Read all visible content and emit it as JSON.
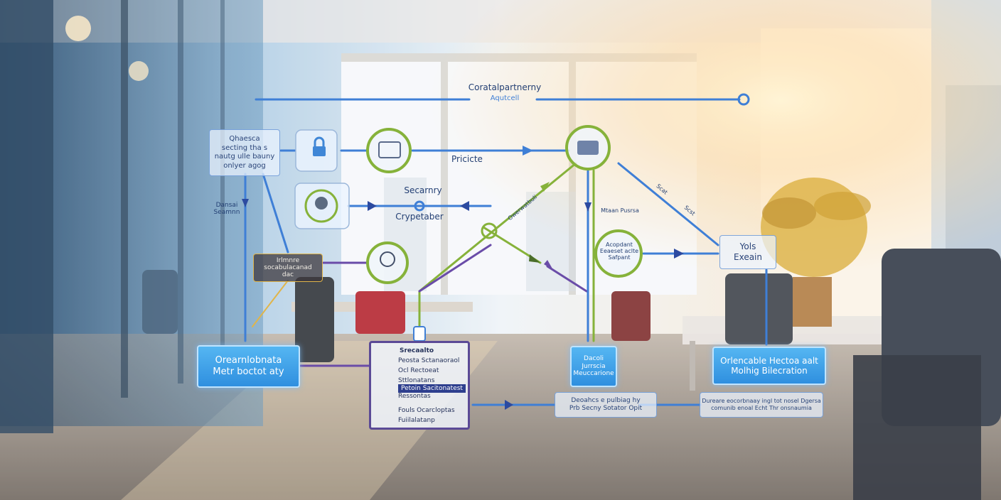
{
  "diagram": {
    "title": "Coratalpartnerny",
    "title_sub": "Aqutcell",
    "tile_left_label": "Qhaesca\nsecting tha s\nnautg ulle bauny\nonlyer agog",
    "mid_label": "Pricicte",
    "security_label": "Secarnry",
    "crypt_label": "Crypetaber",
    "left_side_label": "Dansai\nSeamnn",
    "dark_box": "Irlmnre\nsocabulacanad\ndac",
    "left_blue": "Orearnlobnata\nMetr boctot aty",
    "center_panel_title": "Srecaalto",
    "center_panel_items": [
      "Peosta Sctanaoraol",
      "Ocl Rectoeat",
      "Sttlonatans",
      "Petoin Sacitonatest",
      "Ressontas",
      "Fouls Ocarcloptas",
      "Fuiilalatanp"
    ],
    "mid_blue": "Dacoli\nJurrscia\nMeuccarione",
    "right_node": "Acopdant\nEeaeset aclte\nSafpant",
    "right_box": "Yols\nExeain",
    "right_blue": "Orlencable Hectoa aalt\nMolhig Bilecration",
    "bottom_mid": "Deoahcs e pulbiag hy\nPrb Secny Sotator Opit",
    "bottom_right": "Dureare eocorbnaay ingl tot nosel Dgersa\ncomunib enoal Echt Thr onsnaumia",
    "diag_labels": [
      "Owerwatbuli",
      "Scat",
      "Scst",
      "Mtaan Pusrsa"
    ],
    "colors": {
      "line_blue": "#3f7fd6",
      "line_purple": "#6a4ca8",
      "line_green": "#86b23a",
      "accent": "#2f8fdf"
    }
  }
}
